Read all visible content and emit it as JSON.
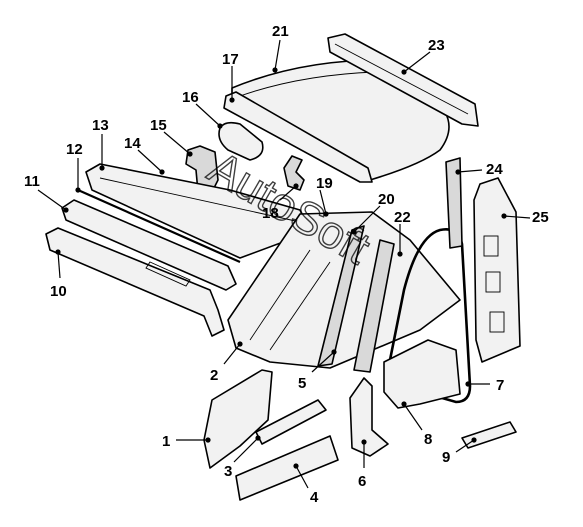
{
  "watermark": "AutoSoft",
  "callouts": {
    "c1": "1",
    "c2": "2",
    "c3": "3",
    "c4": "4",
    "c5": "5",
    "c6": "6",
    "c7": "7",
    "c8": "8",
    "c9": "9",
    "c10": "10",
    "c11": "11",
    "c12": "12",
    "c13": "13",
    "c14": "14",
    "c15": "15",
    "c16": "16",
    "c17": "17",
    "c18": "18",
    "c19": "19",
    "c20": "20",
    "c21": "21",
    "c22": "22",
    "c23": "23",
    "c24": "24",
    "c25": "25"
  }
}
